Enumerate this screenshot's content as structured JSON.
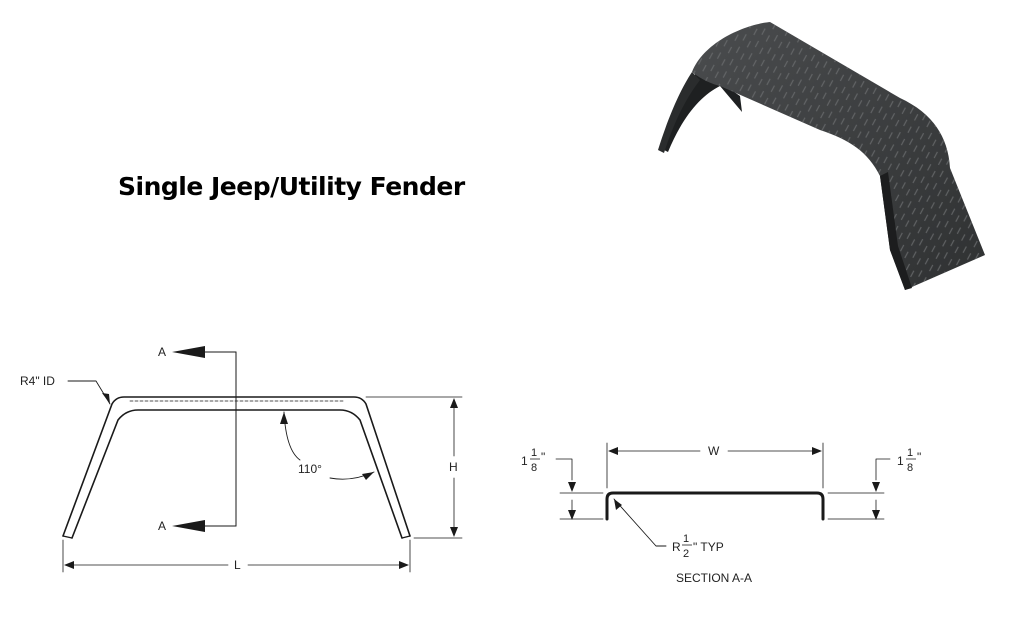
{
  "title": "Single Jeep/Utility Fender",
  "side_view": {
    "section_marker_top": "A",
    "section_marker_bottom": "A",
    "radius_note": "R4\" ID",
    "angle": "110°",
    "height_label": "H",
    "length_label": "L"
  },
  "section_view": {
    "width_label": "W",
    "flange_left": {
      "whole": "1",
      "num": "1",
      "den": "8",
      "unit": "\""
    },
    "flange_right": {
      "whole": "1",
      "num": "1",
      "den": "8",
      "unit": "\""
    },
    "radius_prefix": "R",
    "radius_num": "1",
    "radius_den": "2",
    "radius_suffix": "\" TYP",
    "caption": "SECTION A-A"
  },
  "colors": {
    "line": "#1a1a1a",
    "fender": "#3b3d3f",
    "fender_dark": "#222425",
    "fender_light": "#5a5c5e"
  }
}
